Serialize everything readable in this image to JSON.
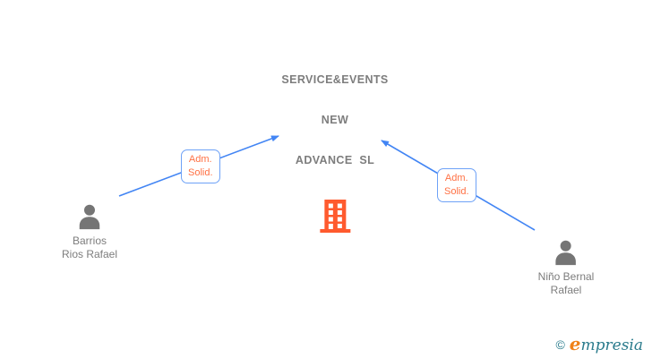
{
  "colors": {
    "edge_blue": "#4285f4",
    "chip_border_blue": "#6ea2f7",
    "chip_text_orange": "#ff7043",
    "building_orange": "#ff5a2e",
    "text_gray": "#7d7d7d",
    "icon_gray": "#757575",
    "brand_teal": "#2a7b8c",
    "brand_orange": "#f08218"
  },
  "diagram": {
    "company": {
      "name_lines": [
        "SERVICE&EVENTS",
        "NEW",
        "ADVANCE  SL"
      ]
    },
    "people": [
      {
        "name_lines": [
          "Barrios",
          "Rios Rafael"
        ]
      },
      {
        "name_lines": [
          "Niño Bernal",
          "Rafael"
        ]
      }
    ],
    "edges": [
      {
        "role_lines": [
          "Adm.",
          "Solid."
        ]
      },
      {
        "role_lines": [
          "Adm.",
          "Solid."
        ]
      }
    ]
  },
  "footer": {
    "copyright_symbol": "©",
    "brand_initial": "e",
    "brand_rest": "mpresia"
  }
}
